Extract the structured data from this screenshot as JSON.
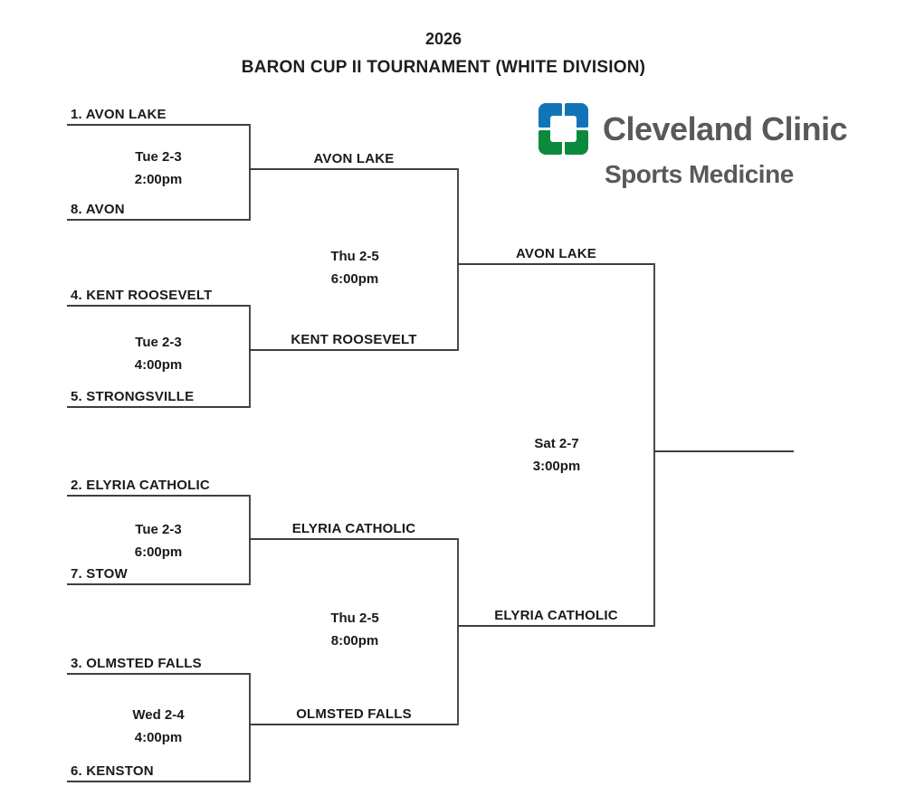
{
  "header": {
    "year": "2026",
    "title": "BARON CUP II TOURNAMENT (WHITE DIVISION)"
  },
  "logo": {
    "brand": "Cleveland Clinic",
    "sub": "Sports Medicine",
    "colors": {
      "blue": "#1274B8",
      "green": "#0B8A3E",
      "text": "#58595B"
    }
  },
  "bracket": {
    "round1": [
      {
        "seed_top": "1. AVON LAKE",
        "seed_bottom": "8. AVON",
        "date": "Tue 2-3",
        "time": "2:00pm",
        "winner": "AVON LAKE"
      },
      {
        "seed_top": "4. KENT ROOSEVELT",
        "seed_bottom": "5. STRONGSVILLE",
        "date": "Tue 2-3",
        "time": "4:00pm",
        "winner": "KENT ROOSEVELT"
      },
      {
        "seed_top": "2. ELYRIA CATHOLIC",
        "seed_bottom": "7. STOW",
        "date": "Tue 2-3",
        "time": "6:00pm",
        "winner": "ELYRIA CATHOLIC"
      },
      {
        "seed_top": "3. OLMSTED FALLS",
        "seed_bottom": "6. KENSTON",
        "date": "Wed 2-4",
        "time": "4:00pm",
        "winner": "OLMSTED FALLS"
      }
    ],
    "semifinals": [
      {
        "date": "Thu 2-5",
        "time": "6:00pm",
        "winner": "AVON LAKE"
      },
      {
        "date": "Thu 2-5",
        "time": "8:00pm",
        "winner": "ELYRIA CATHOLIC"
      }
    ],
    "final": {
      "date": "Sat 2-7",
      "time": "3:00pm",
      "winner": ""
    }
  }
}
